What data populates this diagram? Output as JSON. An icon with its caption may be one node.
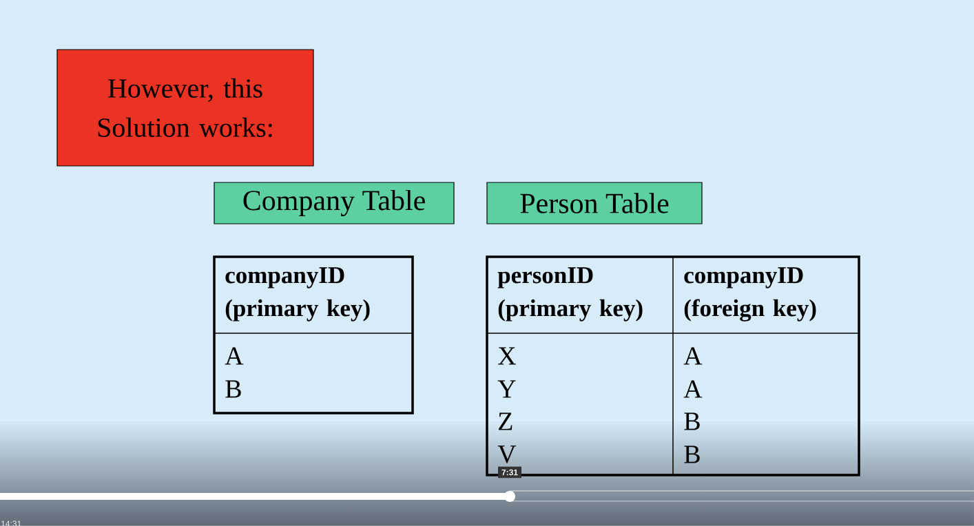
{
  "diagram": {
    "nodes": [
      {
        "text": [
          "However, this Solution works:"
        ]
      },
      {
        "text": [
          "Company Table"
        ]
      },
      {
        "text": [
          "Person Table"
        ]
      },
      {
        "text": [
          "companyID (primary key)",
          "A",
          "B"
        ]
      },
      {
        "text": [
          "personID (primary key)",
          "companyID (foreign key)",
          "X",
          "A",
          "Y",
          "A",
          "Z",
          "B",
          "V",
          "B"
        ]
      }
    ],
    "labels": [
      "7:31",
      "14:31"
    ]
  }
}
